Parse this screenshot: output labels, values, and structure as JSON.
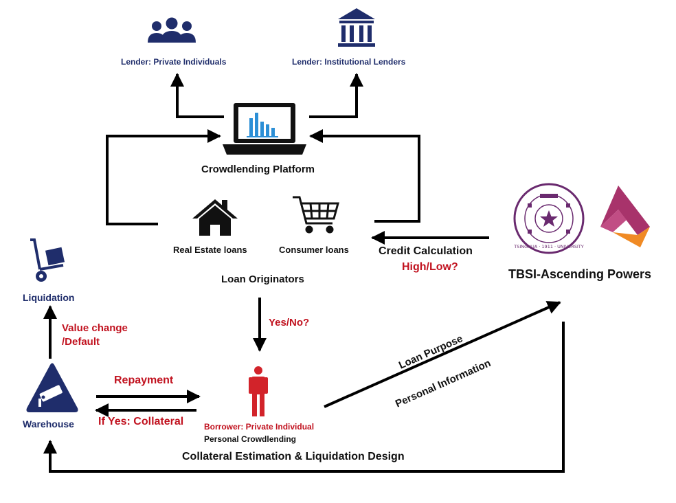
{
  "lenders": {
    "private": "Lender: Private Individuals",
    "institutional": "Lender: Institutional Lenders"
  },
  "platform": {
    "label": "Crowdlending Platform"
  },
  "originators": {
    "real_estate": "Real Estate loans",
    "consumer": "Consumer loans",
    "label": "Loan Originators"
  },
  "credit": {
    "label": "Credit Calculation",
    "question": "High/Low?"
  },
  "tbsi": {
    "label": "TBSI-Ascending Powers",
    "seal_text": "TSINGHUA · 1911 · UNIVERSITY"
  },
  "decision": {
    "label": "Yes/No?"
  },
  "borrower": {
    "label": "Borrower: Private Individual",
    "sublabel": "Personal Crowdlending"
  },
  "info_arrow": {
    "loan_purpose": "Loan Purpose",
    "personal_info": "Personal Information"
  },
  "liquidation": {
    "label": "Liquidation",
    "trigger": "Value change\n/Default"
  },
  "warehouse": {
    "label": "Warehouse"
  },
  "flows": {
    "repayment": "Repayment",
    "collateral": "If Yes: Collateral"
  },
  "bottom": {
    "label": "Collateral Estimation & Liquidation Design"
  },
  "colors": {
    "navy": "#1f2d6b",
    "red": "#c1121f",
    "purple": "#6a2a6f",
    "magenta": "#a8336b",
    "orange": "#f08a24"
  }
}
